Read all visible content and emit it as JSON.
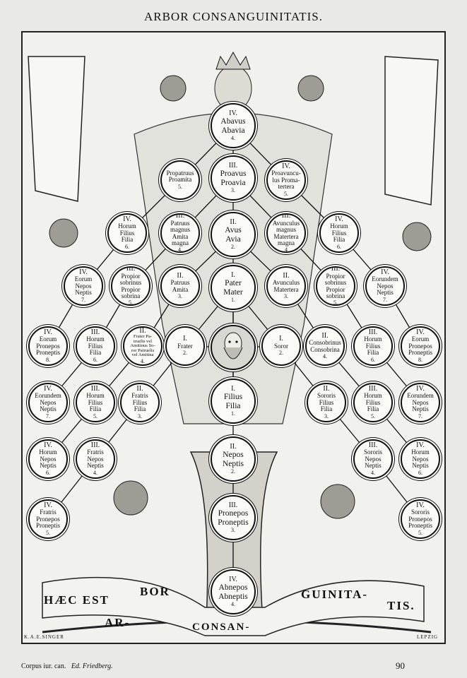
{
  "title": "ARBOR CONSANGUINITATIS.",
  "footer": {
    "left_text": "Corpus iur. can.",
    "left_italic": "Ed. Friedberg.",
    "page_number": "90"
  },
  "signatures": {
    "left": "K.A.E.SINGER",
    "right": "LEPZIG"
  },
  "banner": {
    "words": [
      "HÆC EST",
      "AR-",
      "BOR",
      "CONSAN-",
      "GUINITA-",
      "TIS."
    ]
  },
  "face_icon": "bearded-face-icon",
  "nodes": [
    {
      "id": "abavus",
      "deg": "IV.",
      "lbl": "Abavus\nAbavia",
      "num": "4.",
      "big": true
    },
    {
      "id": "propatruus",
      "deg": "",
      "lbl": "Propatruus\nProamita",
      "num": "5."
    },
    {
      "id": "proavus",
      "deg": "III.",
      "lbl": "Proavus\nProavia",
      "num": "3.",
      "big": true
    },
    {
      "id": "proavunculus",
      "deg": "IV.",
      "lbl": "Proavuncu-\nlus Proma-\ntertera",
      "num": "5."
    },
    {
      "id": "horum-l1",
      "deg": "IV.",
      "lbl": "Horum\nFilius\nFilia",
      "num": "6."
    },
    {
      "id": "patruus-magnus",
      "deg": "III.",
      "lbl": "Patruus\nmagnus\nAmita\nmagna",
      "num": "4."
    },
    {
      "id": "avus",
      "deg": "II.",
      "lbl": "Avus\nAvia",
      "num": "2.",
      "big": true
    },
    {
      "id": "avunculus-magnus",
      "deg": "III.",
      "lbl": "Avunculus\nmagnus\nMatertera\nmagna",
      "num": "4"
    },
    {
      "id": "horum-r1",
      "deg": "IV.",
      "lbl": "Horum\nFilius\nFilia",
      "num": "6."
    },
    {
      "id": "eorum-nepos-l1",
      "deg": "IV.",
      "lbl": "Eorum\nNepos\nNeptis",
      "num": "7."
    },
    {
      "id": "propior-l",
      "deg": "III.",
      "lbl": "Propior\nsobrinus\nPropior\nsobrina",
      "num": "5."
    },
    {
      "id": "patruus",
      "deg": "II.",
      "lbl": "Patruus\nAmita",
      "num": "3."
    },
    {
      "id": "pater",
      "deg": "I.",
      "lbl": "Pater\nMater",
      "num": "1.",
      "big": true
    },
    {
      "id": "avunculus",
      "deg": "II.",
      "lbl": "Avunculus\nMatertera",
      "num": "3."
    },
    {
      "id": "propior-r",
      "deg": "III.",
      "lbl": "Propior\nsobrinus\nPropior\nsobrina",
      "num": "5."
    },
    {
      "id": "eorundem-nepos-r1",
      "deg": "IV.",
      "lbl": "Eorundem\nNepos\nNeptis",
      "num": "7."
    },
    {
      "id": "eorum-pronepos-l",
      "deg": "IV.",
      "lbl": "Eorum\nPronepos\nProneptis",
      "num": "8."
    },
    {
      "id": "horum-l2",
      "deg": "III.",
      "lbl": "Horum\nFilius\nFilia",
      "num": "6."
    },
    {
      "id": "frater-patruelis",
      "deg": "II.",
      "lbl": "Frater Pa-\ntruelis vel\nAmitinus So-\nror Patruelis\nvel Amitina",
      "num": "4.",
      "tiny": true
    },
    {
      "id": "frater",
      "deg": "I.",
      "lbl": "Frater",
      "num": "2."
    },
    {
      "id": "soror",
      "deg": "I.",
      "lbl": "Soror",
      "num": "2."
    },
    {
      "id": "consobrinus",
      "deg": "II.",
      "lbl": "Consobrinus\nConsobrina",
      "num": "4."
    },
    {
      "id": "horum-r2",
      "deg": "III.",
      "lbl": "Horum\nFilius\nFilia",
      "num": "6."
    },
    {
      "id": "eorum-pronepos-r",
      "deg": "IV.",
      "lbl": "Eorum\nPronepos\nProneptis",
      "num": "8."
    },
    {
      "id": "eorundem-nepos-l",
      "deg": "IV.",
      "lbl": "Eorundem\nNepos\nNeptis",
      "num": "7."
    },
    {
      "id": "horum-l3",
      "deg": "III.",
      "lbl": "Horum\nFilius\nFilia",
      "num": "5."
    },
    {
      "id": "fratris-filius",
      "deg": "II.",
      "lbl": "Fratris\nFilius\nFilia",
      "num": "3."
    },
    {
      "id": "filius",
      "deg": "I.",
      "lbl": "Filius\nFilia",
      "num": "1.",
      "big": true
    },
    {
      "id": "sororis-filius",
      "deg": "II.",
      "lbl": "Sororis\nFilius\nFilia",
      "num": "3."
    },
    {
      "id": "horum-r3",
      "deg": "III.",
      "lbl": "Horum\nFilius\nFilia",
      "num": "5."
    },
    {
      "id": "eorundem-nepos-r2",
      "deg": "IV.",
      "lbl": "Eorundem\nNepos\nNeptis",
      "num": "7."
    },
    {
      "id": "horum-nepos-l",
      "deg": "IV.",
      "lbl": "Horum\nNepos\nNeptis",
      "num": "6."
    },
    {
      "id": "fratris-nepos",
      "deg": "III.",
      "lbl": "Fratris\nNepos\nNeptis",
      "num": "4."
    },
    {
      "id": "nepos",
      "deg": "II.",
      "lbl": "Nepos\nNeptis",
      "num": "2.",
      "big": true
    },
    {
      "id": "sororis-nepos",
      "deg": "III.",
      "lbl": "Sororis\nNepos\nNeptis",
      "num": "4."
    },
    {
      "id": "horum-nepos-r",
      "deg": "IV.",
      "lbl": "Horum\nNepos\nNeptis",
      "num": "6."
    },
    {
      "id": "fratris-pronepos",
      "deg": "IV.",
      "lbl": "Fratris\nPronepos\nProneptis",
      "num": "5."
    },
    {
      "id": "pronepos",
      "deg": "III.",
      "lbl": "Pronepos\nProneptis",
      "num": "3.",
      "big": true
    },
    {
      "id": "sororis-pronepos",
      "deg": "IV.",
      "lbl": "Sororis\nPronepos\nProneptis",
      "num": "5."
    },
    {
      "id": "abnepos",
      "deg": "IV.",
      "lbl": "Abnepos\nAbneptis",
      "num": "4.",
      "big": true
    }
  ]
}
